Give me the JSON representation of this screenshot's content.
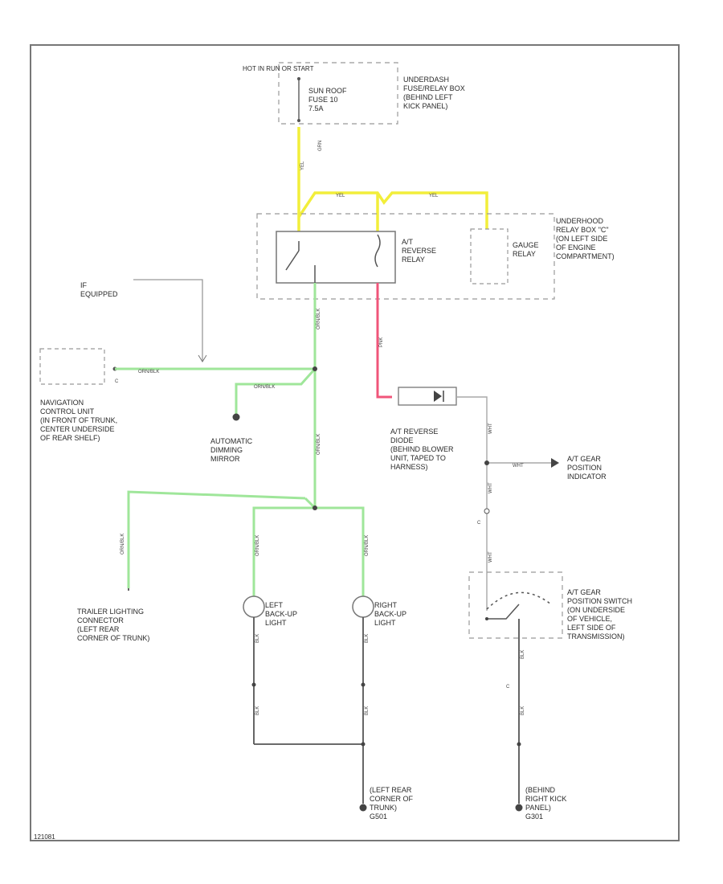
{
  "colors": {
    "yellow": "#f2ee3a",
    "green": "#9fe69a",
    "pink": "#f0557a",
    "gray": "#9a9a9a",
    "dark": "#555555",
    "frame": "#777777"
  },
  "labels": {
    "hot_in_run_start": "HOT IN RUN OR START",
    "sunroof_fuse": "SUN ROOF\nFUSE 10\n7.5A",
    "underdash_box": "UNDERDASH\nFUSE/RELAY BOX\n(BEHIND LEFT\nKICK PANEL)",
    "at_reverse_relay": "A/T\nREVERSE\nRELAY",
    "gauge_relay": "GAUGE\nRELAY",
    "underhood_box": "UNDERHOOD\nRELAY BOX \"C\"\n(ON LEFT SIDE\nOF ENGINE\nCOMPARTMENT)",
    "if_equipped": "IF\nEQUIPPED",
    "navigation_unit": "NAVIGATION\nCONTROL UNIT\n(IN FRONT OF TRUNK,\nCENTER UNDERSIDE\nOF REAR SHELF)",
    "auto_dimming_mirror": "AUTOMATIC\nDIMMING\nMIRROR",
    "at_reverse_diode": "A/T REVERSE\nDIODE\n(BEHIND BLOWER\nUNIT, TAPED TO\nHARNESS)",
    "at_gear_position_indicator": "A/T GEAR\nPOSITION\nINDICATOR",
    "at_gear_position_switch": "A/T GEAR\nPOSITION SWITCH\n(ON UNDERSIDE\nOF VEHICLE,\nLEFT SIDE OF\nTRANSMISSION)",
    "trailer_connector": "TRAILER LIGHTING\nCONNECTOR\n(LEFT REAR\nCORNER OF TRUNK)",
    "left_backup_light": "LEFT\nBACK-UP\nLIGHT",
    "right_backup_light": "RIGHT\nBACK-UP\nLIGHT",
    "left_rear_ground": "(LEFT REAR\nCORNER OF\nTRUNK)\nG501",
    "right_kick_ground": "(BEHIND\nRIGHT KICK\nPANEL)\nG301",
    "fig_id": "121081"
  },
  "wires": {
    "yel": "YEL",
    "orn_blk": "ORN/BLK",
    "pnk": "PNK",
    "wht": "WHT",
    "blk": "BLK",
    "grn": "GRN",
    "c": "C"
  }
}
